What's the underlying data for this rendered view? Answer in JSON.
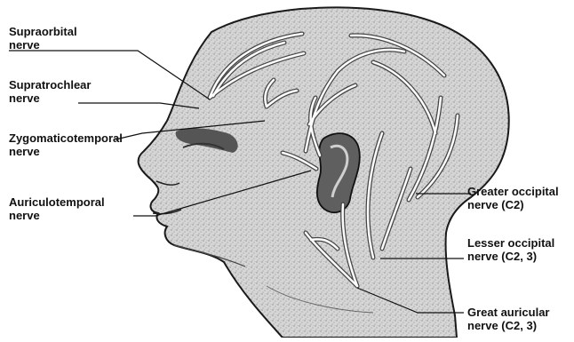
{
  "labels": {
    "supraorbital": [
      "Supraorbital",
      "nerve"
    ],
    "supratrochlear": [
      "Supratrochlear",
      "nerve"
    ],
    "zygomaticotemporal": [
      "Zygomaticotemporal",
      "nerve"
    ],
    "auriculotemporal": [
      "Auriculotemporal",
      "nerve"
    ],
    "greater_occipital": [
      "Greater occipital",
      "nerve (C2)"
    ],
    "lesser_occipital": [
      "Lesser occipital",
      "nerve (C2, 3)"
    ],
    "great_auricular": [
      "Great auricular",
      "nerve (C2, 3)"
    ]
  },
  "colors": {
    "skin_stipple": "#bdbdbd",
    "skin_base": "#d4d4d4",
    "nerve": "#fdfdfd",
    "outline": "#1a1a1a",
    "shadow": "#5a5a5a"
  }
}
